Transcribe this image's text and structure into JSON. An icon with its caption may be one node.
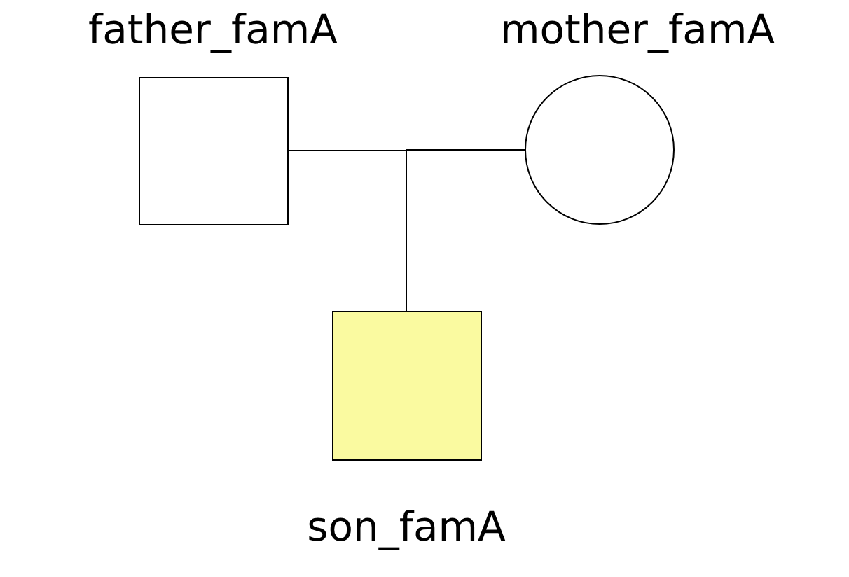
{
  "diagram": {
    "nodes": [
      {
        "text": [
          "father_famA"
        ]
      },
      {
        "text": [
          "mother_famA"
        ]
      },
      {
        "text": [
          "son_famA"
        ]
      }
    ],
    "edges": [
      {
        "from": 0,
        "to": 1,
        "arrow": "none"
      },
      {
        "from": 0,
        "to": 2,
        "arrow": "none"
      },
      {
        "from": 1,
        "to": 2,
        "arrow": "none"
      }
    ]
  }
}
